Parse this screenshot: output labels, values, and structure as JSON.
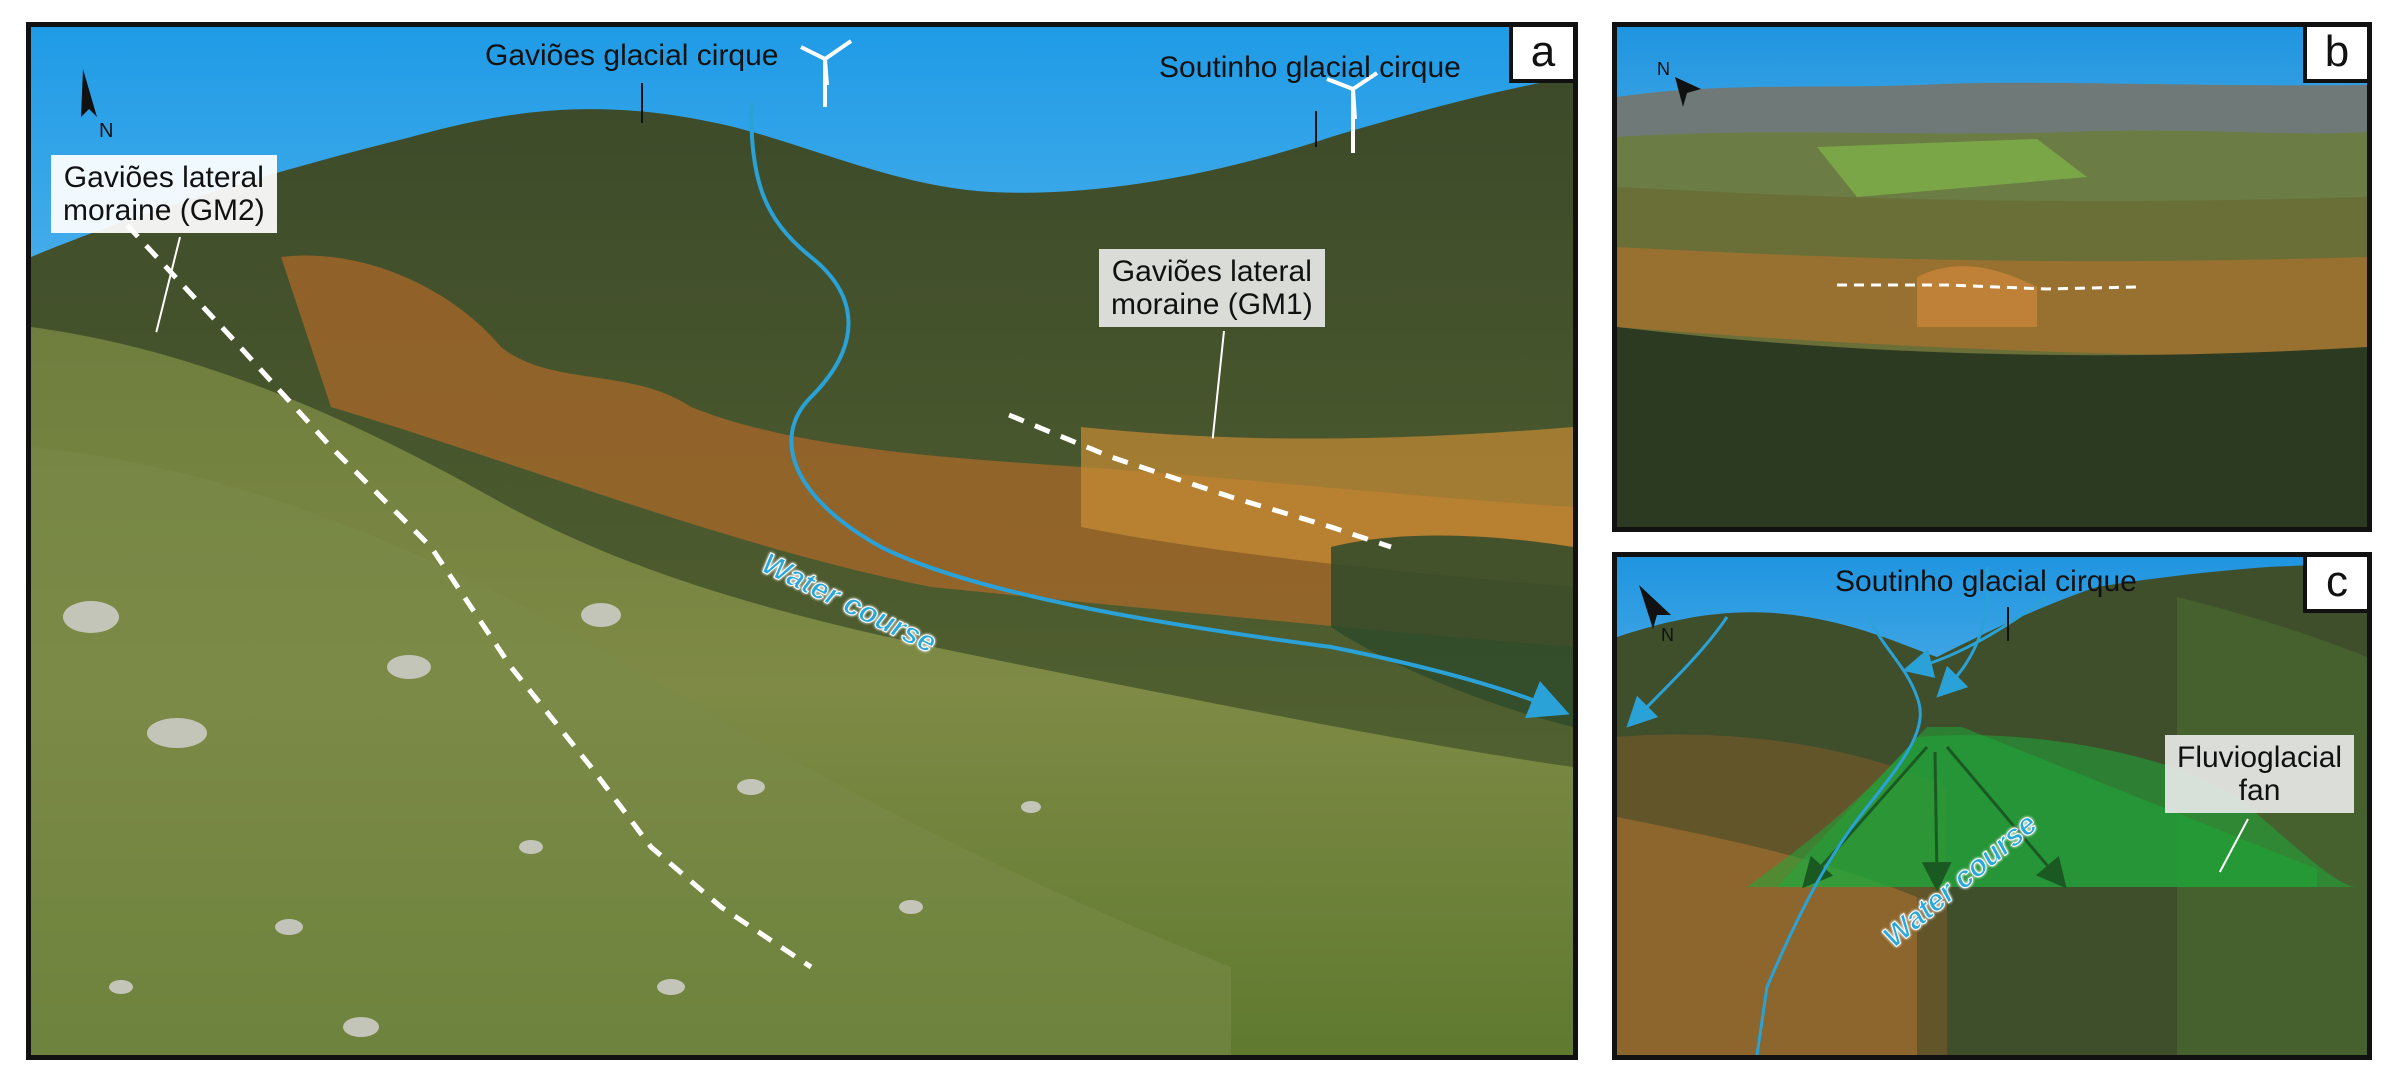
{
  "figure": {
    "panels": [
      {
        "letter": "a",
        "labels": {
          "gavioes_cirque": "Gaviões glacial cirque",
          "soutinho_cirque": "Soutinho glacial cirque",
          "gm2": "Gaviões lateral\nmoraine (GM2)",
          "gm1": "Gaviões lateral\nmoraine (GM1)",
          "water_course": "Water course"
        }
      },
      {
        "letter": "b",
        "labels": {}
      },
      {
        "letter": "c",
        "labels": {
          "soutinho_cirque": "Soutinho glacial cirque",
          "fan": "Fluvioglacial\nfan",
          "water_course": "Water course"
        }
      }
    ],
    "icons": [
      "north-arrow-icon",
      "wind-turbine-icon"
    ],
    "colors": {
      "sky": "#2fa9e8",
      "vegetation_green": "#4f6e2e",
      "autumn_orange": "#c9862e",
      "water_course": "#2aa2d8",
      "fan_fill": "#1fa83a",
      "moraine_line": "#ffffff"
    }
  }
}
